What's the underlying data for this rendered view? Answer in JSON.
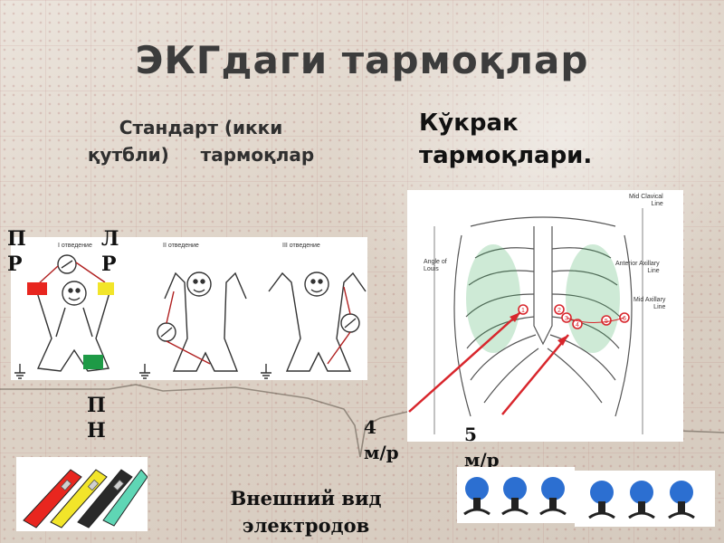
{
  "slide": {
    "title": "ЭКГдаги тармоқлар",
    "left_heading": {
      "line1": "Стандарт (икки",
      "line2": "қутбли)     тармоқлар"
    },
    "right_heading": {
      "line1": "Кўкрак",
      "line2": "тармоқлари."
    },
    "limb_labels": {
      "right_arm": {
        "line1": "П",
        "line2": "Р"
      },
      "left_arm": {
        "line1": "Л",
        "line2": "Р"
      },
      "leg": {
        "line1": "П",
        "line2": "Н"
      }
    },
    "standard_leads": [
      "I отведение",
      "II отведение",
      "III отведение"
    ],
    "chest_figure_labels": {
      "mid_clavical": {
        "line1": "Mid Clavical",
        "line2": "Line"
      },
      "angle_of_louis": {
        "line1": "Angle of",
        "line2": "Louis"
      },
      "anterior_axillary": {
        "line1": "Anterior Axillary",
        "line2": "Line"
      },
      "mid_axillary": {
        "line1": "Mid Axillary",
        "line2": "Line"
      }
    },
    "electrode_numbers": [
      "1",
      "2",
      "3",
      "4",
      "5",
      "6"
    ],
    "intercostal_labels": [
      {
        "line1": "4",
        "line2": "м/р"
      },
      {
        "line1": "5",
        "line2": "м/р"
      }
    ],
    "caption": {
      "line1": "Внешний вид",
      "line2": "электродов"
    },
    "colors": {
      "title_text": "#3c3c3c",
      "electrode_red": "#e8261f",
      "electrode_yellow": "#f2e52a",
      "electrode_green": "#1e9a46",
      "arrow_red": "#d8262c",
      "bulb_blue": "#2c6fd1"
    }
  }
}
